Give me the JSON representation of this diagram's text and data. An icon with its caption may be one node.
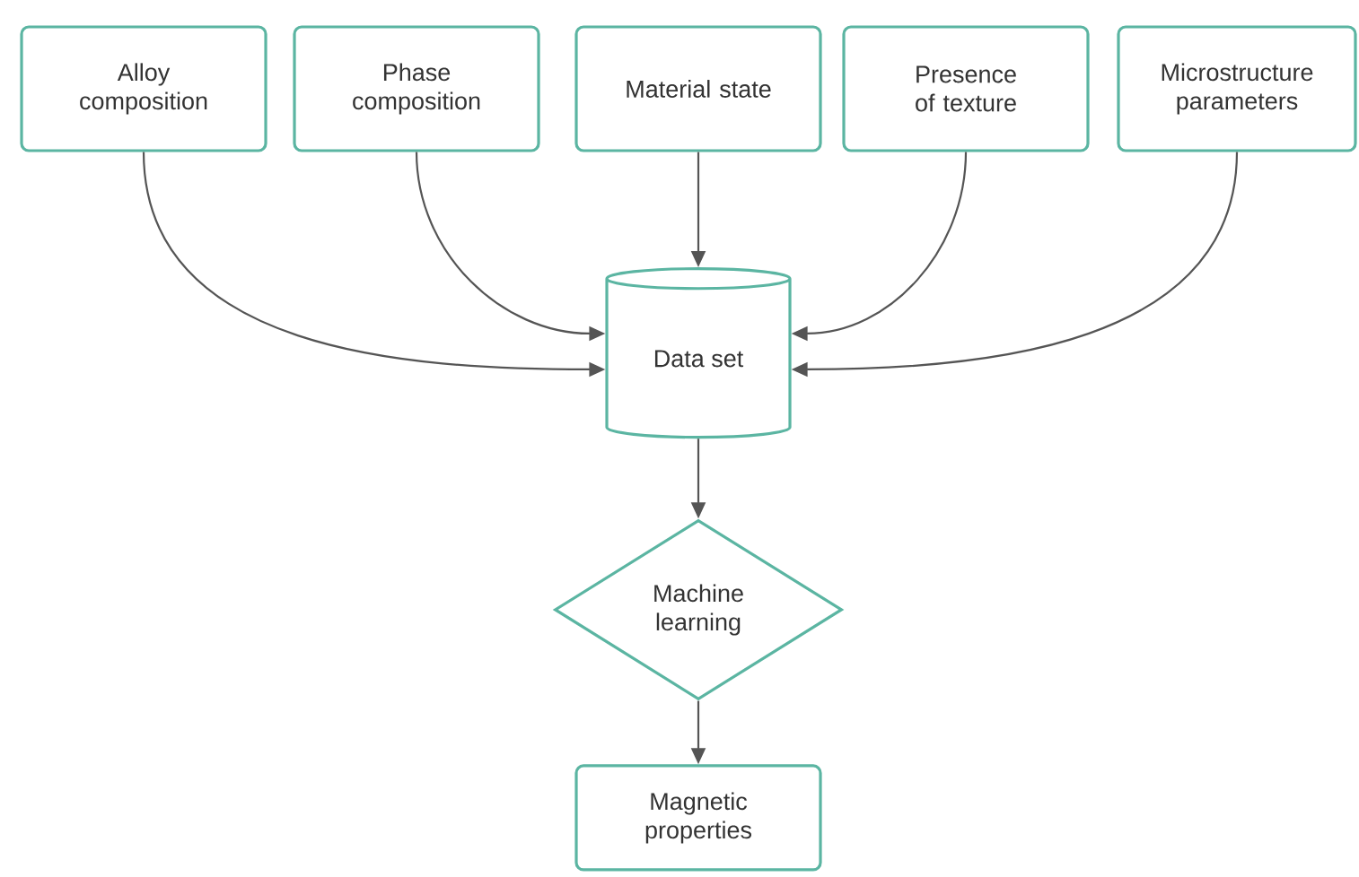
{
  "diagram": {
    "nodes": [
      {
        "text": [
          "Alloy composition"
        ]
      },
      {
        "text": [
          "Phase composition"
        ]
      },
      {
        "text": [
          "Material state"
        ]
      },
      {
        "text": [
          "Presence of texture"
        ]
      },
      {
        "text": [
          "Microstructure parameters"
        ]
      },
      {
        "text": [
          "Data set"
        ]
      },
      {
        "text": [
          "Machine learning"
        ]
      },
      {
        "text": [
          "Magnetic properties"
        ]
      }
    ],
    "edges": [
      {
        "from": 0,
        "to": 5,
        "arrow": "to"
      },
      {
        "from": 1,
        "to": 5,
        "arrow": "to"
      },
      {
        "from": 2,
        "to": 5,
        "arrow": "to"
      },
      {
        "from": 3,
        "to": 5,
        "arrow": "to"
      },
      {
        "from": 4,
        "to": 5,
        "arrow": "to"
      },
      {
        "from": 5,
        "to": 6,
        "arrow": "to"
      },
      {
        "from": 6,
        "to": 7,
        "arrow": "to"
      }
    ]
  }
}
